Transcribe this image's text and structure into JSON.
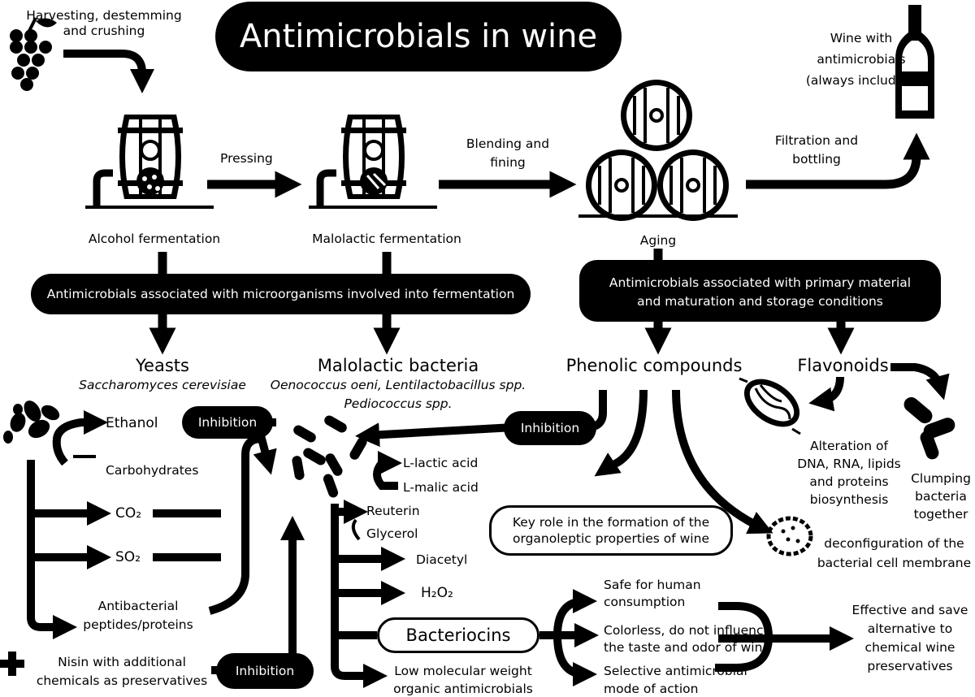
{
  "title": "Antimicrobials in wine",
  "steps": {
    "harvest": "Harvesting, destemming and crushing",
    "wine_final_1": "Wine with",
    "wine_final_2": "antimicrobials",
    "wine_final_3": "(always included)",
    "pressing": "Pressing",
    "blending_1": "Blending and",
    "blending_2": "fining",
    "filtration_1": "Filtration and",
    "filtration_2": "bottling",
    "alcohol_fermentation": "Alcohol fermentation",
    "malolactic_fermentation": "Malolactic fermentation",
    "aging": "Aging"
  },
  "banners": {
    "microorganisms": "Antimicrobials associated with microorganisms involved into fermentation",
    "primary_1": "Antimicrobials associated with primary material",
    "primary_2": "and maturation and storage conditions"
  },
  "groups": {
    "yeasts": "Yeasts",
    "yeasts_species": "Saccharomyces cerevisiae",
    "mlb": "Malolactic bacteria",
    "mlb_species_1": "Oenococcus oeni, Lentilactobacillus spp.",
    "mlb_species_2": "Pediococcus spp.",
    "phenolic": "Phenolic compounds",
    "flavonoids": "Flavonoids"
  },
  "yeast_products": {
    "ethanol": "Ethanol",
    "carbohydrates": "Carbohydrates",
    "co2": "CO₂",
    "so2": "SO₂",
    "peptides_1": "Antibacterial",
    "peptides_2": "peptides/proteins",
    "nisin_1": "Nisin with additional",
    "nisin_2": "chemicals as preservatives"
  },
  "inhibition": "Inhibition",
  "bacteria_products": {
    "lactic": "L-lactic acid",
    "malic": "L-malic acid",
    "reuterin": "Reuterin",
    "glycerol": "Glycerol",
    "diacetyl": "Diacetyl",
    "h2o2": "H₂O₂",
    "bacteriocins": "Bacteriocins",
    "lmw_1": "Low molecular weight",
    "lmw_2": "organic antimicrobials"
  },
  "phenolic_effects": {
    "key_role_1": "Key role in the formation of the",
    "key_role_2": "organoleptic properties of wine",
    "membrane_1": "deconfiguration of the",
    "membrane_2": "bacterial cell membrane"
  },
  "flavonoid_effects": {
    "dna_1": "Alteration of",
    "dna_2": "DNA, RNA, lipids",
    "dna_3": "and proteins",
    "dna_4": "biosynthesis",
    "clump_1": "Clumping",
    "clump_2": "bacteria",
    "clump_3": "together"
  },
  "bacteriocin_props": {
    "safe_1": "Safe for human",
    "safe_2": "consumption",
    "colorless_1": "Colorless, do not influence",
    "colorless_2": "the taste and odor of wine",
    "selective_1": "Selective antimicrobial",
    "selective_2": "mode of action"
  },
  "conclusion": {
    "line1": "Effective and save",
    "line2": "alternative to",
    "line3": "chemical wine",
    "line4": "preservatives"
  },
  "icons": [
    "grapes-icon",
    "barrel-icon",
    "barrels-stack-icon",
    "wine-bottle-icon",
    "yeast-icon",
    "bacteria-icon",
    "plus-icon"
  ]
}
